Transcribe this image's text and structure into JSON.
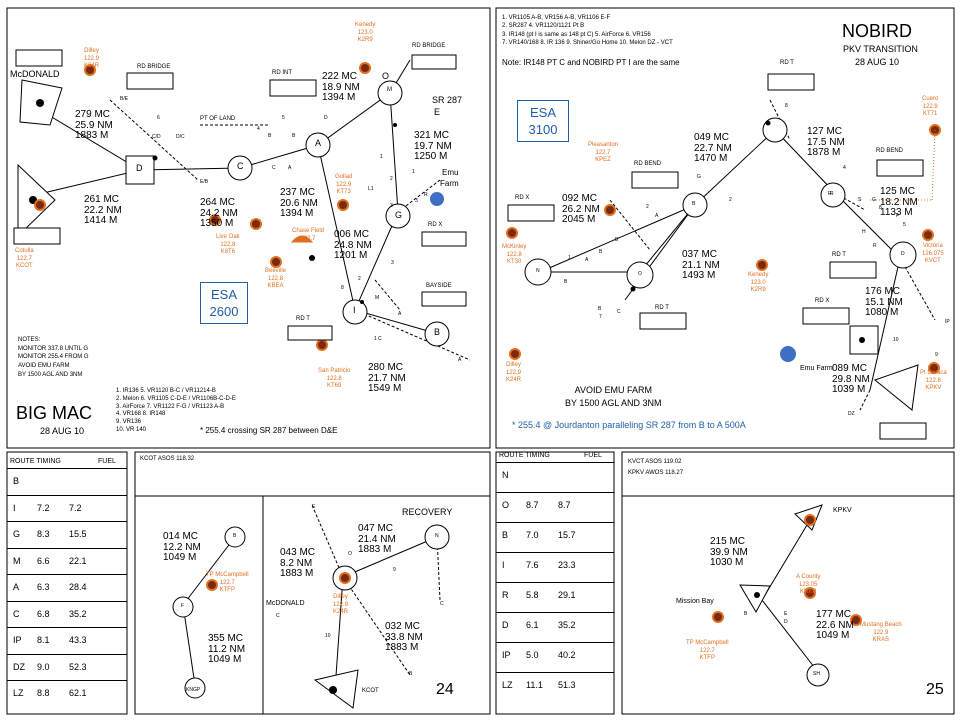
{
  "left_panel": {
    "title": "BIG MAC",
    "date": "28 AUG 10",
    "esa_label": "ESA",
    "esa_value": "2600",
    "page_number": "24",
    "notes": [
      "NOTES:",
      "MONITOR 337.8 UNTIL G",
      "MONITOR 255.4 FROM G",
      "AVOID EMU FARM",
      "BY 1500 AGL AND 3NM"
    ],
    "legend": [
      "1. IR136    5. VR1120 B-C  /  VR11214-B",
      "2. Melon    6. VR1105 C-D-E  /  VR1106B-C-D-E",
      "3. AirForce  7. VR1122  F-G  /  VR1123 A-B",
      "4. VR168    8. IR148",
      "          9. VR136",
      "          10. VR 140"
    ],
    "crossing_note": "* 255.4 crossing SR 287 between D&E",
    "waypoints": [
      "A",
      "B",
      "C",
      "D",
      "G",
      "I",
      "M"
    ],
    "place_labels": [
      "McDONALD",
      "RD BRIDGE",
      "RD BRIDGE",
      "RD INT",
      "PT OF LAND",
      "SR 287",
      "E",
      "Emu",
      "Farm",
      "RD X",
      "BAYSIDE",
      "RD T",
      "O"
    ],
    "legs": [
      {
        "mc": "222 MC",
        "nm": "18.9 NM",
        "alt": "1394 M"
      },
      {
        "mc": "279 MC",
        "nm": "25.9  NM",
        "alt": "1883 M"
      },
      {
        "mc": "321 MC",
        "nm": "19.7 NM",
        "alt": "1250 M"
      },
      {
        "mc": "261 MC",
        "nm": "22.2  NM",
        "alt": "1414 M"
      },
      {
        "mc": "237 MC",
        "nm": "20.6 NM",
        "alt": "1394 M"
      },
      {
        "mc": "264 MC",
        "nm": "24.2 NM",
        "alt": "1350 M"
      },
      {
        "mc": "006 MC",
        "nm": "24.8 NM",
        "alt": "1201 M"
      },
      {
        "mc": "280 MC",
        "nm": "21.7 NM",
        "alt": "1549 M"
      }
    ],
    "route_labels": [
      "B/E",
      "6",
      "C/D",
      "D/C",
      "E/B",
      "4",
      "5",
      "B",
      "B",
      "C",
      "A",
      "D",
      "1",
      "L1",
      "2",
      "1",
      "R",
      "3",
      "3",
      "3",
      "2",
      "8",
      "M",
      "A",
      "1 C",
      "A"
    ],
    "freqs": [
      {
        "name": "Dilley",
        "freq": "122.9",
        "id": "K24R"
      },
      {
        "name": "Kenedy",
        "freq": "123.0",
        "id": "K2R9"
      },
      {
        "name": "Goliad",
        "freq": "122.9",
        "id": "KT73"
      },
      {
        "name": "Cotulla",
        "freq": "122.7",
        "id": "KCOT"
      },
      {
        "name": "Live Oak",
        "freq": "122.8",
        "id": "K8T6"
      },
      {
        "name": "Chase Field",
        "freq": "122.7",
        "id": ""
      },
      {
        "name": "Beeville",
        "freq": "122.8",
        "id": "KBEA"
      },
      {
        "name": "San Patricio",
        "freq": "122.8",
        "id": "KT69"
      }
    ],
    "route_timing": {
      "header": "ROUTE TIMING",
      "fuel": "FUEL",
      "rows": [
        {
          "pt": "B",
          "time": "",
          "fuel": ""
        },
        {
          "pt": "I",
          "time": "7.2",
          "fuel": "7.2"
        },
        {
          "pt": "G",
          "time": "8.3",
          "fuel": "15.5"
        },
        {
          "pt": "M",
          "time": "6.6",
          "fuel": "22.1"
        },
        {
          "pt": "A",
          "time": "6.3",
          "fuel": "28.4"
        },
        {
          "pt": "C",
          "time": "6.8",
          "fuel": "35.2"
        },
        {
          "pt": "IP",
          "time": "8.1",
          "fuel": "43.3"
        },
        {
          "pt": "DZ",
          "time": "9.0",
          "fuel": "52.3"
        },
        {
          "pt": "LZ",
          "time": "8.8",
          "fuel": "62.1"
        }
      ]
    },
    "bottom_header": "KCOT ASOS 118.32",
    "recovery": {
      "title": "RECOVERY",
      "legs": [
        {
          "mc": "014 MC",
          "nm": "12.2 NM",
          "alt": "1049 M"
        },
        {
          "mc": "043 MC",
          "nm": "8.2  NM",
          "alt": "1883 M"
        },
        {
          "mc": "047 MC",
          "nm": "21.4 NM",
          "alt": "1883 M"
        },
        {
          "mc": "355 MC",
          "nm": "11.2 NM",
          "alt": "1049 M"
        },
        {
          "mc": "032 MC",
          "nm": "33.8 NM",
          "alt": "1883 M"
        }
      ],
      "labels": [
        "B",
        "F",
        "E",
        "N",
        "O",
        "9",
        "C",
        "C",
        "10",
        "B",
        "McDONALD",
        "KCOT",
        "KNGP"
      ],
      "freqs": [
        {
          "name": "TP McCampbell",
          "freq": "122.7",
          "id": "KTFP"
        },
        {
          "name": "Dilley",
          "freq": "122.9",
          "id": "K24R"
        }
      ]
    }
  },
  "right_panel": {
    "title": "NOBIRD",
    "subtitle": "PKV TRANSITION",
    "date": "28 AUG 10",
    "esa_label": "ESA",
    "esa_value": "3100",
    "page_number": "25",
    "legend": [
      "1. VR1105 A-B, VR156 A-B, VR1106 E-F",
      "2. SR287     4. VR1120/1121 Pt B",
      "3. IR148 (pt I is same as 148 pt C)    5. AirForce    6. VR156",
      "7. VR140/168    8. IR 136    9. Shiner/Go Home   10. Melon DZ - VCT"
    ],
    "note": "Note: IR148 PT C and NOBIRD PT I are the same",
    "avoid": [
      "AVOID EMU FARM",
      "BY 1500 AGL AND 3NM"
    ],
    "jourdanton_note": "* 255.4 @ Jourdanton paralleling SR 287 from B to A 500A",
    "place_labels": [
      "RD T",
      "RD BEND",
      "RD BEND",
      "RD X",
      "RD T",
      "RD X",
      "RD T",
      "Emu Farm",
      "IP",
      "DZ",
      "10",
      "9"
    ],
    "waypoints": [
      "B",
      "N",
      "O",
      "R",
      "D",
      "B"
    ],
    "legs": [
      {
        "mc": "127 MC",
        "nm": "17.5 NM",
        "alt": "1878 M"
      },
      {
        "mc": "049 MC",
        "nm": "22.7 NM",
        "alt": "1470 M"
      },
      {
        "mc": "092 MC",
        "nm": "26.2 NM",
        "alt": "2045 M"
      },
      {
        "mc": "125 MC",
        "nm": "18.2 NM",
        "alt": "1133 M"
      },
      {
        "mc": "037 MC",
        "nm": "21.1 NM",
        "alt": "1493 M"
      },
      {
        "mc": "176 MC",
        "nm": "15.1 NM",
        "alt": "1080 M"
      },
      {
        "mc": "089 MC",
        "nm": "29.8 NM",
        "alt": "1039 M"
      }
    ],
    "route_labels": [
      "8",
      "G",
      "2",
      "2",
      "A",
      "B",
      "1",
      "A",
      "B",
      "B",
      "7",
      "C",
      "4",
      "R",
      "S",
      "G",
      "8",
      "F",
      "H",
      "5",
      "R"
    ],
    "freqs": [
      {
        "name": "Cuero",
        "freq": "122.9",
        "id": "KT71"
      },
      {
        "name": "Pleasanton",
        "freq": "122.7",
        "id": "KPEZ"
      },
      {
        "name": "McKinley",
        "freq": "122.8",
        "id": "KT30"
      },
      {
        "name": "Victoria",
        "freq": "126.075",
        "id": "KVCT"
      },
      {
        "name": "Kenedy",
        "freq": "123.0",
        "id": "K2R9"
      },
      {
        "name": "Dilley",
        "freq": "122.9",
        "id": "K24R"
      },
      {
        "name": "Pt Lavaca",
        "freq": "122.8",
        "id": "KPKV"
      }
    ],
    "route_timing": {
      "header": "ROUTE TIMING",
      "fuel": "FUEL",
      "rows": [
        {
          "pt": "N",
          "time": "",
          "fuel": ""
        },
        {
          "pt": "O",
          "time": "8.7",
          "fuel": "8.7"
        },
        {
          "pt": "B",
          "time": "7.0",
          "fuel": "15.7"
        },
        {
          "pt": "I",
          "time": "7.6",
          "fuel": "23.3"
        },
        {
          "pt": "R",
          "time": "5.8",
          "fuel": "29.1"
        },
        {
          "pt": "D",
          "time": "6.1",
          "fuel": "35.2"
        },
        {
          "pt": "IP",
          "time": "5.0",
          "fuel": "40.2"
        },
        {
          "pt": "LZ",
          "time": "11.1",
          "fuel": "51.3"
        }
      ]
    },
    "bottom_header": [
      "KVCT ASOS 119.02",
      "KPKV AWOS 118.27"
    ],
    "recovery": {
      "labels": [
        "KPKV",
        "Mission Bay",
        "SH",
        "B",
        "E",
        "D"
      ],
      "legs": [
        {
          "mc": "215 MC",
          "nm": "39.9 NM",
          "alt": "1030 M"
        },
        {
          "mc": "177 MC",
          "nm": "22.6 NM",
          "alt": "1049 M"
        }
      ],
      "freqs": [
        {
          "name": "A County",
          "freq": "123.05",
          "id": "KRKP"
        },
        {
          "name": "TP McCampbell",
          "freq": "122.7",
          "id": "KTFP"
        },
        {
          "name": "Mustang Beach",
          "freq": "122.9",
          "id": "KRAS"
        }
      ]
    }
  }
}
